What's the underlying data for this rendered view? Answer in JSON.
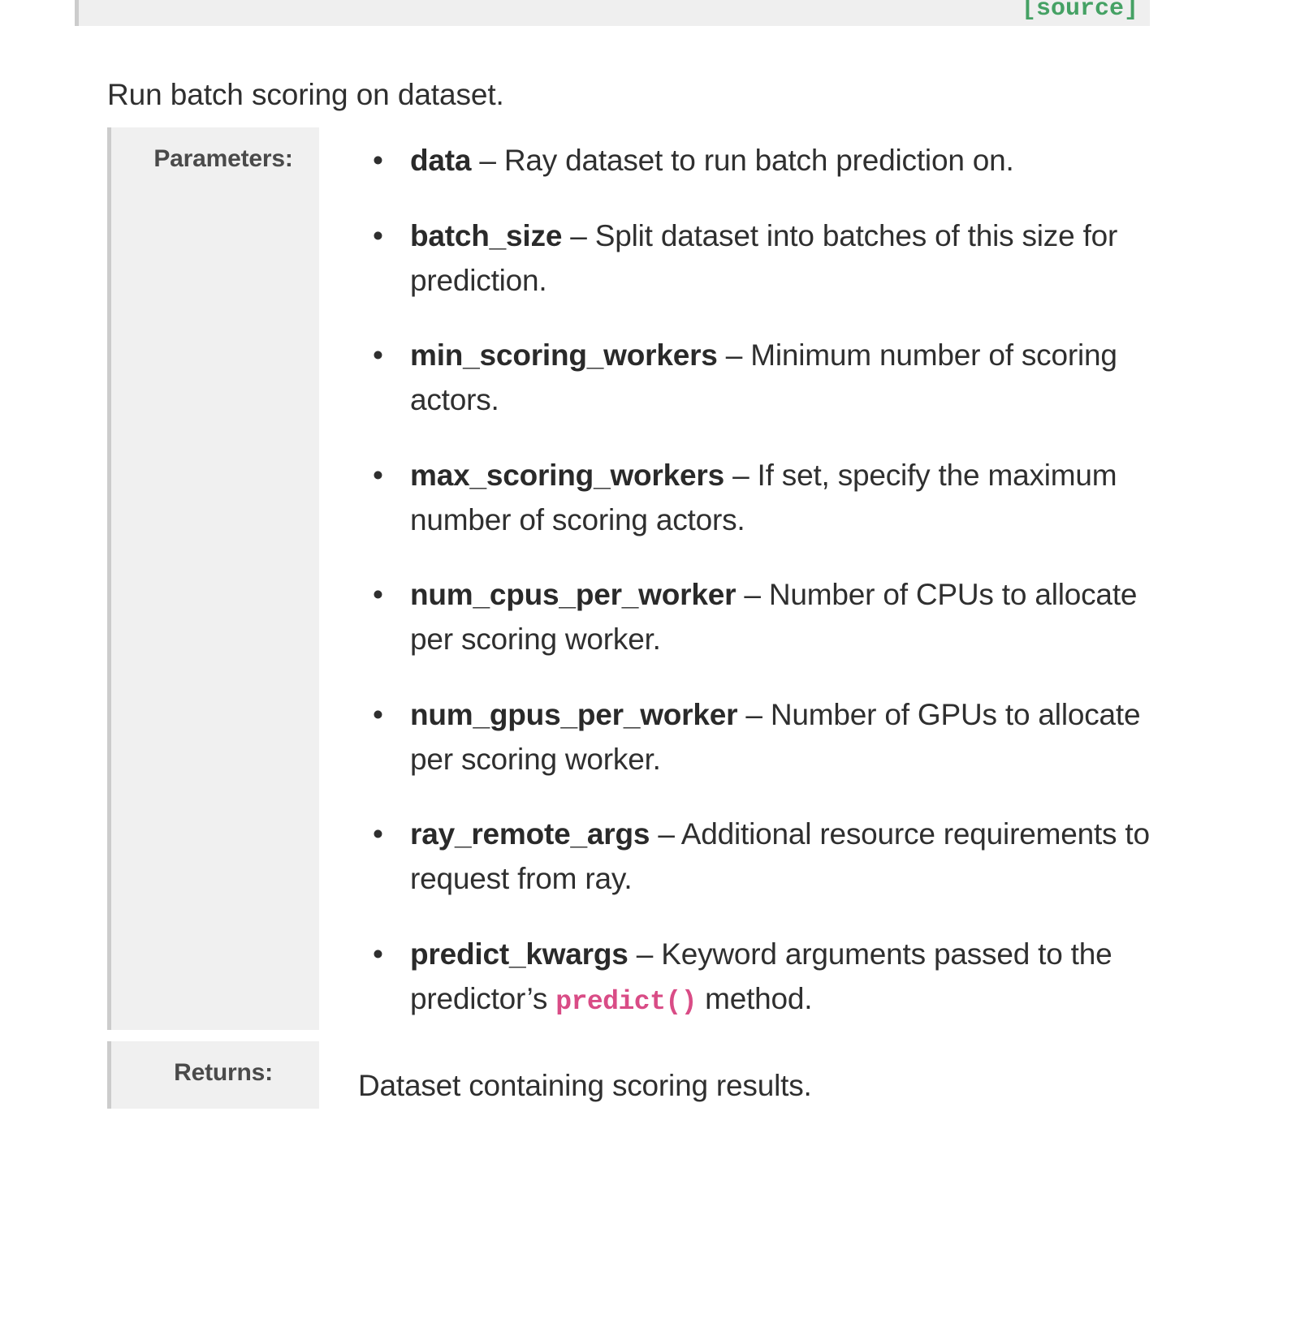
{
  "signature": {
    "source_link_label": "[source]"
  },
  "summary": "Run batch scoring on dataset.",
  "fields": {
    "parameters_label": "Parameters:",
    "returns_label": "Returns:",
    "returns_value": "Dataset containing scoring results."
  },
  "parameters": [
    {
      "name": "data",
      "dash": "–",
      "description": "Ray dataset to run batch prediction on."
    },
    {
      "name": "batch_size",
      "dash": "–",
      "description": "Split dataset into batches of this size for prediction."
    },
    {
      "name": "min_scoring_workers",
      "dash": "–",
      "description": "Minimum number of scoring actors."
    },
    {
      "name": "max_scoring_workers",
      "dash": "–",
      "description": "If set, specify the maximum number of scoring actors."
    },
    {
      "name": "num_cpus_per_worker",
      "dash": "–",
      "description": "Number of CPUs to allocate per scoring worker."
    },
    {
      "name": "num_gpus_per_worker",
      "dash": "–",
      "description": "Number of GPUs to allocate per scoring worker."
    },
    {
      "name": "ray_remote_args",
      "dash": "–",
      "description": "Additional resource requirements to request from ray."
    },
    {
      "name": "predict_kwargs",
      "dash": "–",
      "description_before_code": "Keyword arguments passed to the predictor’s ",
      "code": "predict()",
      "description_after_code": " method."
    }
  ],
  "colors": {
    "source_link": "#45a164",
    "inline_code": "#d94c86",
    "field_name_bg": "#f0f0f0",
    "field_name_border": "#cccccc",
    "body_text": "#2f2f2f"
  }
}
